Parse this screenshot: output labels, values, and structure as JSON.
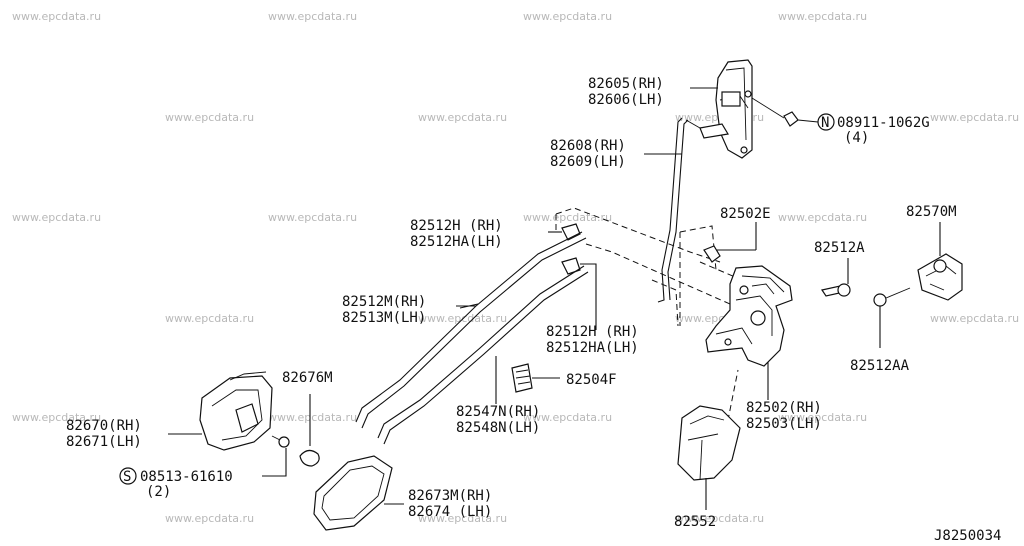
{
  "watermark": "www.epcdata.ru",
  "diagram_code": "J8250034",
  "labels": {
    "l82605": "82605(RH)",
    "l82606": "82606(LH)",
    "l08911": "08911-1062G",
    "l08911q": "(4)",
    "l82608": "82608(RH)",
    "l82609": "82609(LH)",
    "l82502e": "82502E",
    "l82570m": "82570M",
    "l82512h1": "82512H (RH)",
    "l82512ha1": "82512HA(LH)",
    "l82512a": "82512A",
    "l82512m": "82512M(RH)",
    "l82513m": "82513M(LH)",
    "l82512h2": "82512H (RH)",
    "l82512ha2": "82512HA(LH)",
    "l82512aa": "82512AA",
    "l82676m": "82676M",
    "l82504f": "82504F",
    "l82502": "82502(RH)",
    "l82503": "82503(LH)",
    "l82670": "82670(RH)",
    "l82671": "82671(LH)",
    "l82547n": "82547N(RH)",
    "l82548n": "82548N(LH)",
    "l08513": "08513-61610",
    "l08513q": "(2)",
    "l82673m": "82673M(RH)",
    "l82674": "82674 (LH)",
    "l82552": "82552",
    "s_mark": "S",
    "n_mark": "N"
  }
}
